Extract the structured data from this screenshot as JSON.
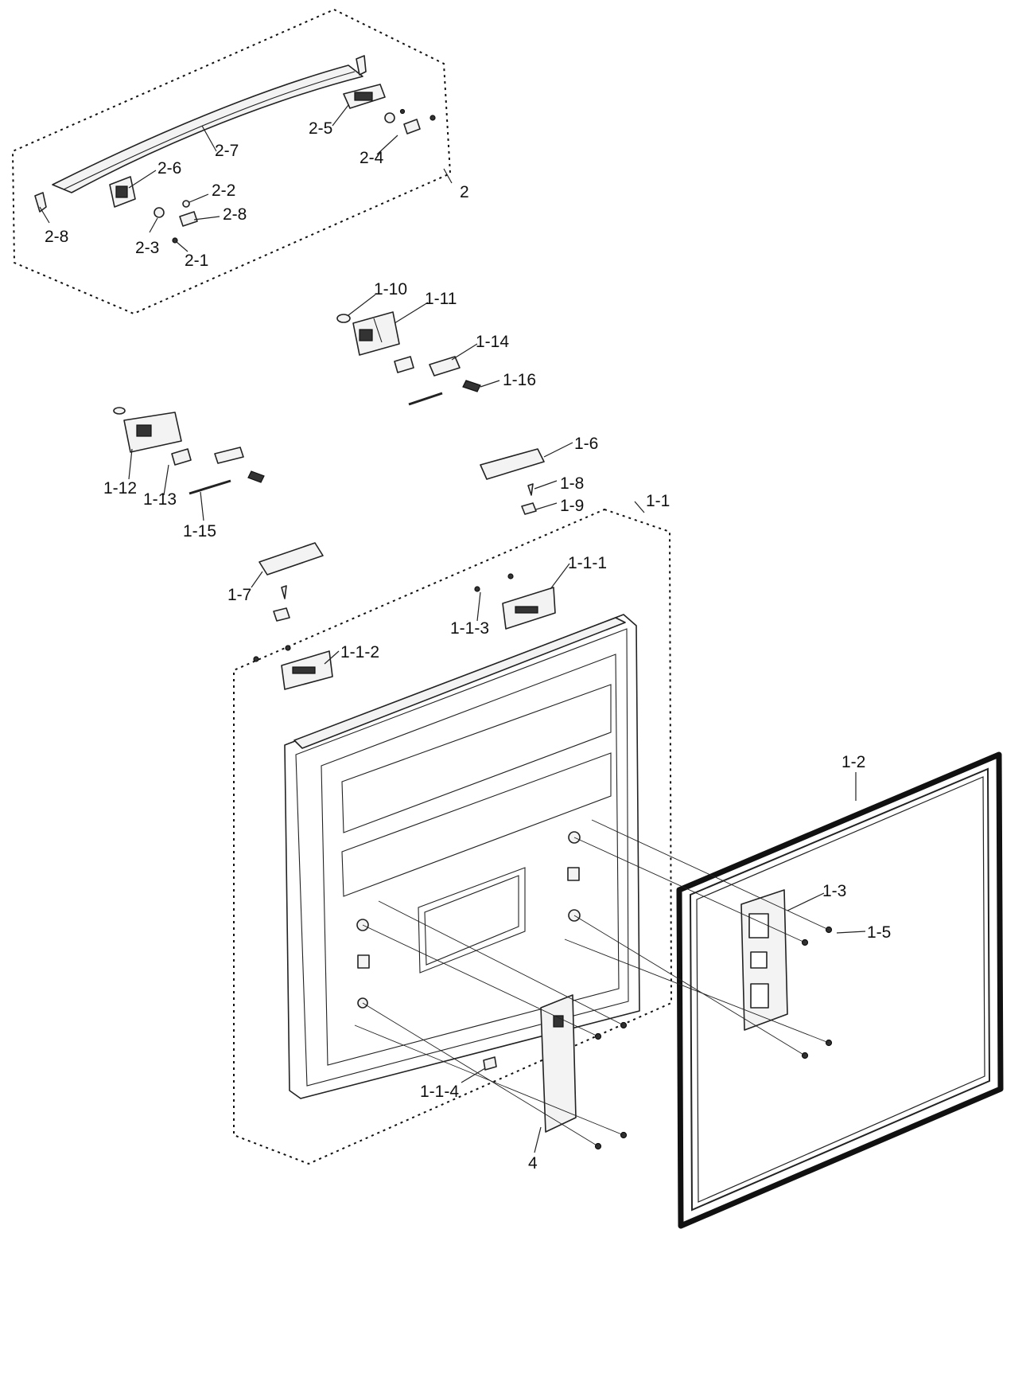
{
  "labels": {
    "l2": "2",
    "l2_1": "2-1",
    "l2_2": "2-2",
    "l2_3": "2-3",
    "l2_4": "2-4",
    "l2_5": "2-5",
    "l2_6": "2-6",
    "l2_7": "2-7",
    "l2_8a": "2-8",
    "l2_8b": "2-8",
    "l1_10": "1-10",
    "l1_11": "1-11",
    "l1_12": "1-12",
    "l1_13": "1-13",
    "l1_14": "1-14",
    "l1_15": "1-15",
    "l1_16": "1-16",
    "l1_6": "1-6",
    "l1_7": "1-7",
    "l1_8": "1-8",
    "l1_9": "1-9",
    "l1_1": "1-1",
    "l1_1_1": "1-1-1",
    "l1_1_2": "1-1-2",
    "l1_1_3": "1-1-3",
    "l1_1_4": "1-1-4",
    "l1_2": "1-2",
    "l1_3": "1-3",
    "l1_5": "1-5",
    "l4": "4"
  }
}
